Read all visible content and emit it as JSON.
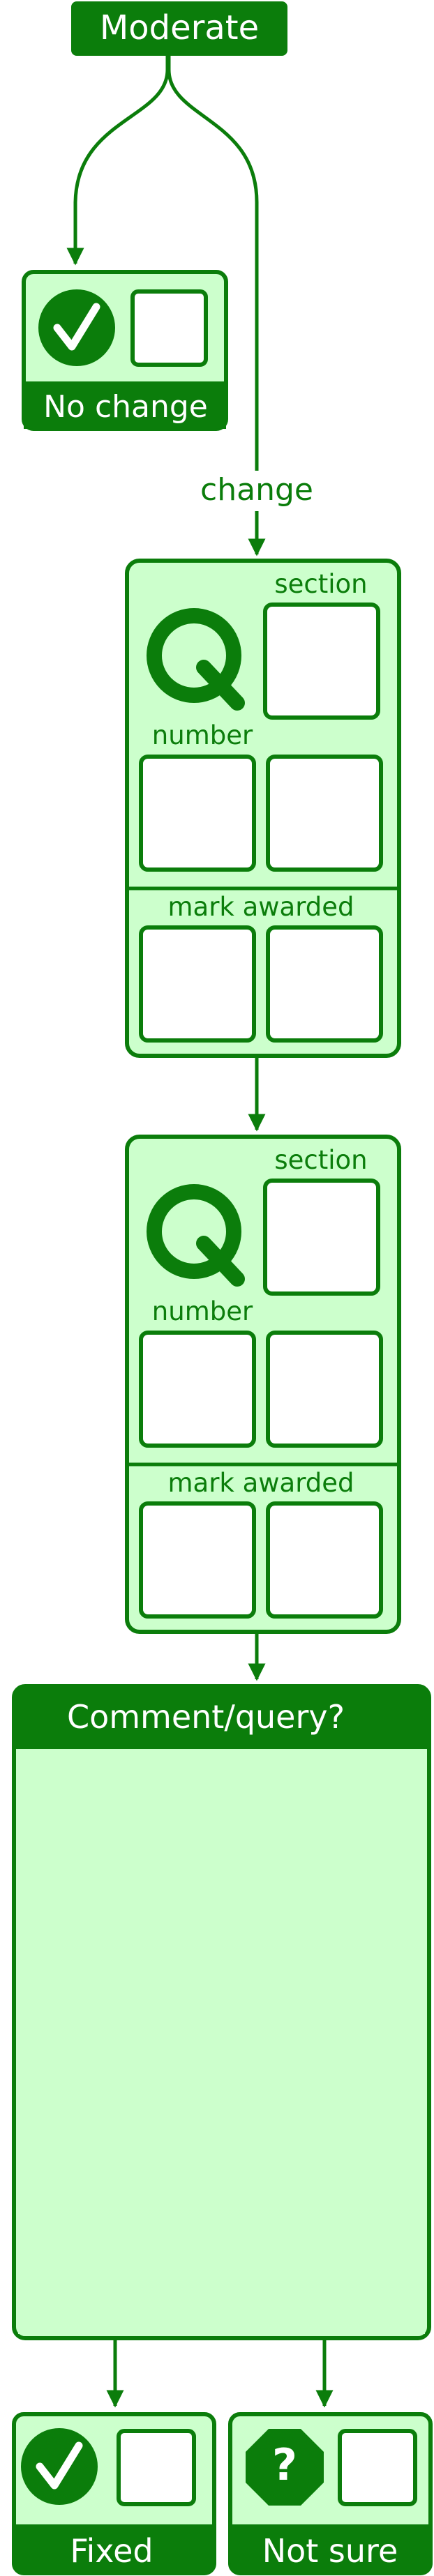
{
  "colors": {
    "stroke": "#0b7d0b",
    "fill": "#ccffcc",
    "header_text": "#ffffff",
    "canvas": "#ffffff"
  },
  "start": {
    "label": "Moderate"
  },
  "no_change": {
    "label": "No change",
    "icon": "check-circle-icon"
  },
  "edge_change": {
    "label": "change"
  },
  "question_blocks": [
    {
      "icon_letter": "Q",
      "section_label": "section",
      "number_label": "number",
      "mark_label": "mark awarded"
    },
    {
      "icon_letter": "Q",
      "section_label": "section",
      "number_label": "number",
      "mark_label": "mark awarded"
    }
  ],
  "comment": {
    "title": "Comment/query?"
  },
  "fixed": {
    "label": "Fixed",
    "icon": "check-circle-icon"
  },
  "not_sure": {
    "label": "Not sure",
    "icon": "question-octagon-icon",
    "icon_glyph": "?"
  }
}
